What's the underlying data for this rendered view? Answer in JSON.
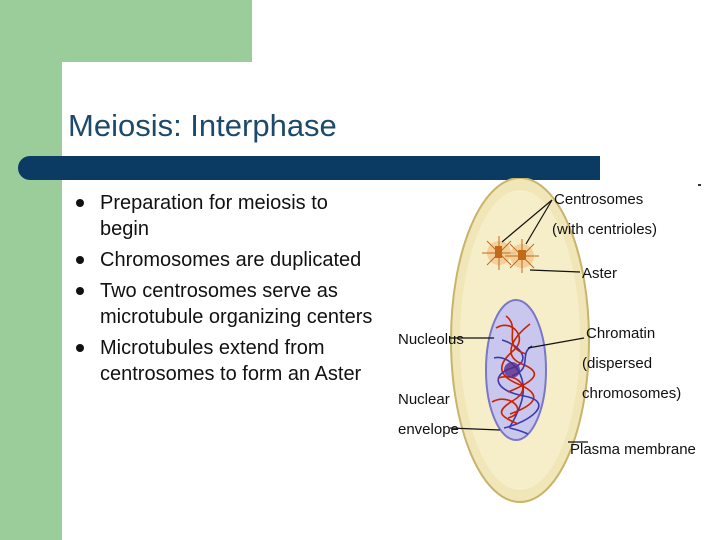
{
  "slide": {
    "title": "Meiosis: Interphase",
    "bullets": [
      "Preparation for meiosis to begin",
      "Chromosomes are duplicated",
      "Two centrosomes serve as microtubule organizing centers",
      "Microtubules extend from centrosomes to form an Aster"
    ]
  },
  "diagram": {
    "labels": {
      "centrosomes_line1": "Centrosomes",
      "centrosomes_line2": "(with centrioles)",
      "aster": "Aster",
      "nucleolus": "Nucleolus",
      "chromatin_line1": "Chromatin",
      "chromatin_line2": "(dispersed",
      "chromatin_line3": "chromosomes)",
      "nuclear_line1": "Nuclear",
      "nuclear_line2": "envelope",
      "plasma_membrane": "Plasma membrane"
    }
  },
  "colors": {
    "green_border": "#9acd9a",
    "title_bar": "#0b3a63",
    "title_text": "#1d4a6a",
    "cell_fill": "#f1e6b8",
    "nucleus_fill": "#c9c7ee",
    "chromatin": "#cc2200"
  }
}
